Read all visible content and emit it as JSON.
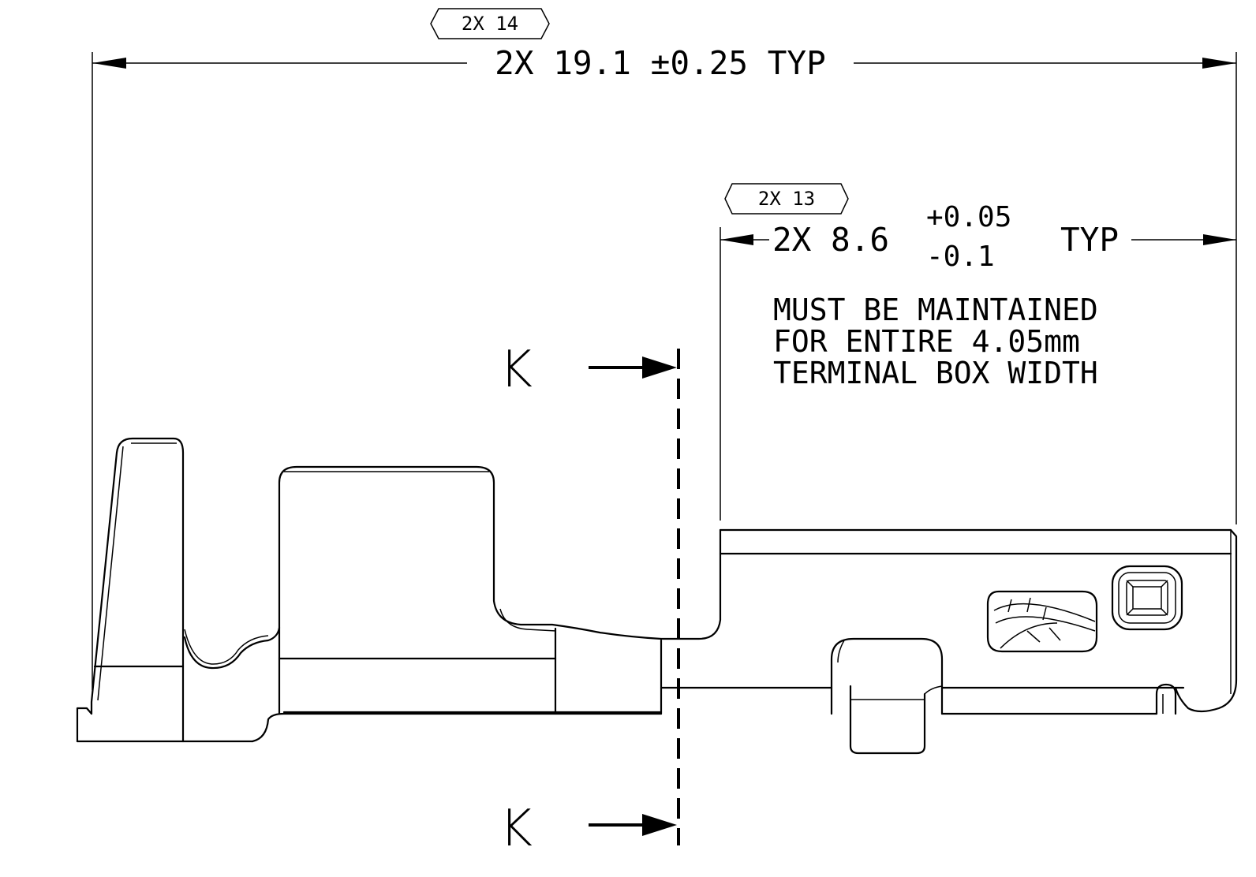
{
  "balloons": {
    "b14": "2X 14",
    "b13": "2X 13"
  },
  "dimensions": {
    "overall_length": "2X 19.1 ±0.25 TYP",
    "box_length_main": "2X 8.6",
    "box_length_tol_plus": "+0.05",
    "box_length_tol_minus": "-0.1",
    "box_length_suffix": "TYP"
  },
  "note": {
    "line1": "MUST BE MAINTAINED",
    "line2": "FOR ENTIRE 4.05mm",
    "line3": "TERMINAL BOX WIDTH"
  },
  "section": {
    "top_label": "K",
    "bottom_label": "K"
  }
}
